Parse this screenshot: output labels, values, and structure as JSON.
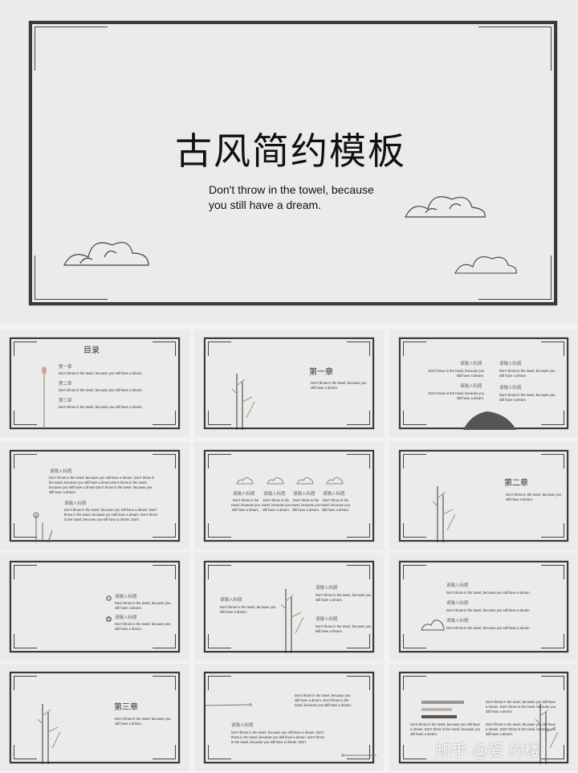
{
  "main_slide": {
    "title": "古风简约模板",
    "subtitle_line1": "Don't throw in the towel, because",
    "subtitle_line2": "you still have a dream."
  },
  "slides": [
    {
      "title": "目录",
      "items": [
        {
          "label": "第一章",
          "text": "Don't throw in the towel, because you still have a dream."
        },
        {
          "label": "第二章",
          "text": "Don't throw in the towel, because you still have a dream."
        },
        {
          "label": "第三章",
          "text": "Don't throw in the towel, because you still have a dream."
        }
      ]
    },
    {
      "chapter": "第一章",
      "text": "Don't throw in the towel, because you still have a dream."
    },
    {
      "blocks": [
        {
          "heading": "请输入标题",
          "text": "Don't throw in the towel, because you still have a dream."
        },
        {
          "heading": "请输入标题",
          "text": "Don't throw in the towel, because you still have a dream."
        },
        {
          "heading": "请输入标题",
          "text": "Don't throw in the towel, because you still have a dream."
        },
        {
          "heading": "请输入标题",
          "text": "Don't throw in the towel, because you still have a dream."
        }
      ]
    },
    {
      "blocks": [
        {
          "heading": "请输入标题",
          "text": "Don't throw in the towel, because you still have a dream. Don't throw in the towel, because you still have a dream.Don't throw in the towel, because you still have a dream.Don't throw in the towel, because you still have a dream."
        },
        {
          "heading": "请输入标题",
          "text": "Don't throw in the towel, because you still have a dream. Don't throw in the towel, because you still have a dream. Don't throw in the towel, because you still have a dream. Don't"
        }
      ]
    },
    {
      "blocks": [
        {
          "heading": "请输入标题",
          "text": "Don't throw in the towel, because you still have a dream."
        },
        {
          "heading": "请输入标题",
          "text": "Don't throw in the towel, because you still have a dream."
        },
        {
          "heading": "请输入标题",
          "text": "Don't throw in the towel, because you still have a dream."
        },
        {
          "heading": "请输入标题",
          "text": "Don't throw in the towel, because you still have a dream."
        }
      ]
    },
    {
      "chapter": "第二章",
      "text": "Don't throw in the towel, because you still have a dream."
    },
    {
      "blocks": [
        {
          "heading": "请输入标题",
          "text": "Don't throw in the towel, because you still have a dream."
        },
        {
          "heading": "请输入标题",
          "text": "Don't throw in the towel, because you still have a dream."
        }
      ]
    },
    {
      "blocks": [
        {
          "heading": "请输入标题",
          "text": "Don't throw in the towel, because you still have a dream."
        },
        {
          "heading": "请输入标题",
          "text": "Don't throw in the towel, because you still have a dream."
        },
        {
          "heading": "请输入标题",
          "text": "Don't throw in the towel, because you still have a dream."
        }
      ]
    },
    {
      "blocks": [
        {
          "heading": "请输入标题",
          "text": "Don't throw in the towel, because you still have a dream."
        },
        {
          "heading": "请输入标题",
          "text": "Don't throw in the towel, because you still have a dream."
        },
        {
          "heading": "请输入标题",
          "text": "Don't throw in the towel, because you still have a dream."
        }
      ]
    },
    {
      "chapter": "第三章",
      "text": "Don't throw in the towel, because you still have a dream."
    },
    {
      "top_text": "Don't throw in the towel, because you still have a dream. Don't throw in the towel, because you still have a dream.",
      "heading": "请输入标题",
      "text": "Don't throw in the towel, because you still have a dream. Don't throw in the towel, because you still have a dream. Don't throw in the towel, because you still have a dream. Don't"
    },
    {
      "top_text": "Don't throw in the towel, because you still have a dream. Don't throw in the towel, because you still have a dream.",
      "bottom_left": "Don't throw in the towel, because you still have a dream. Don't throw in the towel, because you still have a dream.",
      "bottom_right": "Don't throw in the towel, because you still have a dream. Don't throw in the towel, because you still have a dream."
    }
  ],
  "watermark": "知乎 @爱 的楼",
  "colors": {
    "background": "#ecebeb",
    "frame": "#3a3a3a",
    "bar1": "#9a9696",
    "bar2": "#bfb4aa",
    "bar3": "#555555",
    "circle": "#a08a78"
  }
}
